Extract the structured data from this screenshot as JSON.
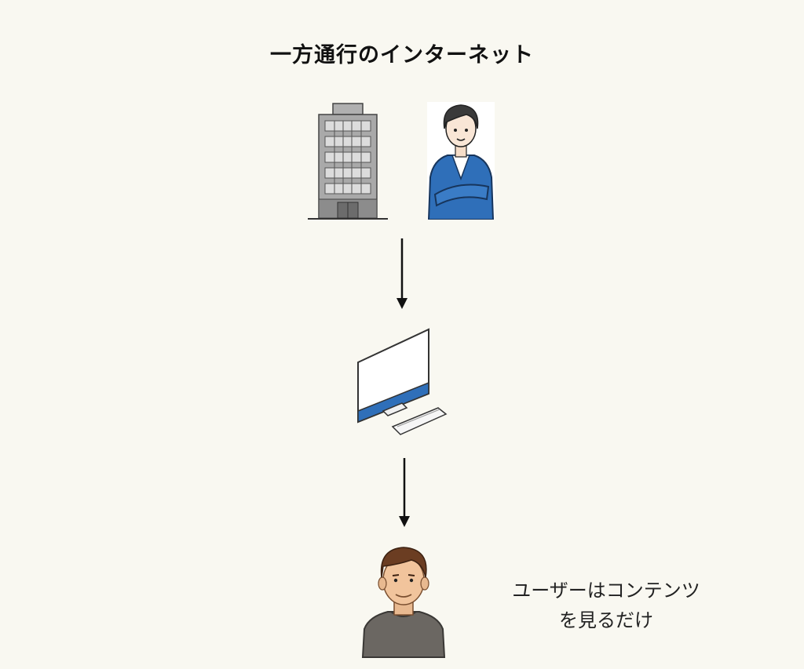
{
  "title": "一方通行のインターネット",
  "caption": {
    "line1": "ユーザーはコンテンツ",
    "line2": "を見るだけ"
  },
  "nodes": [
    {
      "name": "company-building",
      "icon": "office-building-icon"
    },
    {
      "name": "businessperson",
      "icon": "businessman-arms-crossed-icon"
    },
    {
      "name": "computer",
      "icon": "desktop-computer-icon"
    },
    {
      "name": "user",
      "icon": "user-avatar-icon"
    }
  ],
  "colors": {
    "background": "#f9f8f1",
    "accent_blue": "#2f6fb9",
    "building_gray": "#a9a9a9",
    "shirt_gray": "#6b6762"
  }
}
